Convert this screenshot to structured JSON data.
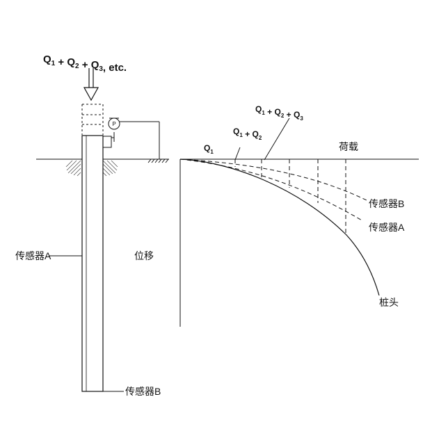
{
  "left_panel": {
    "applied_load": {
      "parts": [
        {
          "sym": "Q",
          "sub": "1"
        },
        {
          "sep": " + "
        },
        {
          "sym": "Q",
          "sub": "2"
        },
        {
          "sep": " + "
        },
        {
          "sym": "Q",
          "sub": "3"
        },
        {
          "sep": ", etc."
        }
      ]
    },
    "gauge_symbol": "P",
    "sensor_a": "传感器A",
    "sensor_b": "传感器B"
  },
  "right_panel": {
    "displacement_axis": "位移",
    "load_axis": "荷载",
    "load_steps": [
      {
        "parts": [
          {
            "sym": "Q",
            "sub": "1"
          }
        ]
      },
      {
        "parts": [
          {
            "sym": "Q",
            "sub": "1"
          },
          {
            "sep": " + "
          },
          {
            "sym": "Q",
            "sub": "2"
          }
        ]
      },
      {
        "parts": [
          {
            "sym": "Q",
            "sub": "1"
          },
          {
            "sep": " + "
          },
          {
            "sym": "Q",
            "sub": "2"
          },
          {
            "sep": " + "
          },
          {
            "sym": "Q",
            "sub": "3"
          }
        ]
      }
    ],
    "curves": {
      "sensor_b": "传感器B",
      "sensor_a": "传感器A",
      "pile_head": "桩头"
    }
  }
}
